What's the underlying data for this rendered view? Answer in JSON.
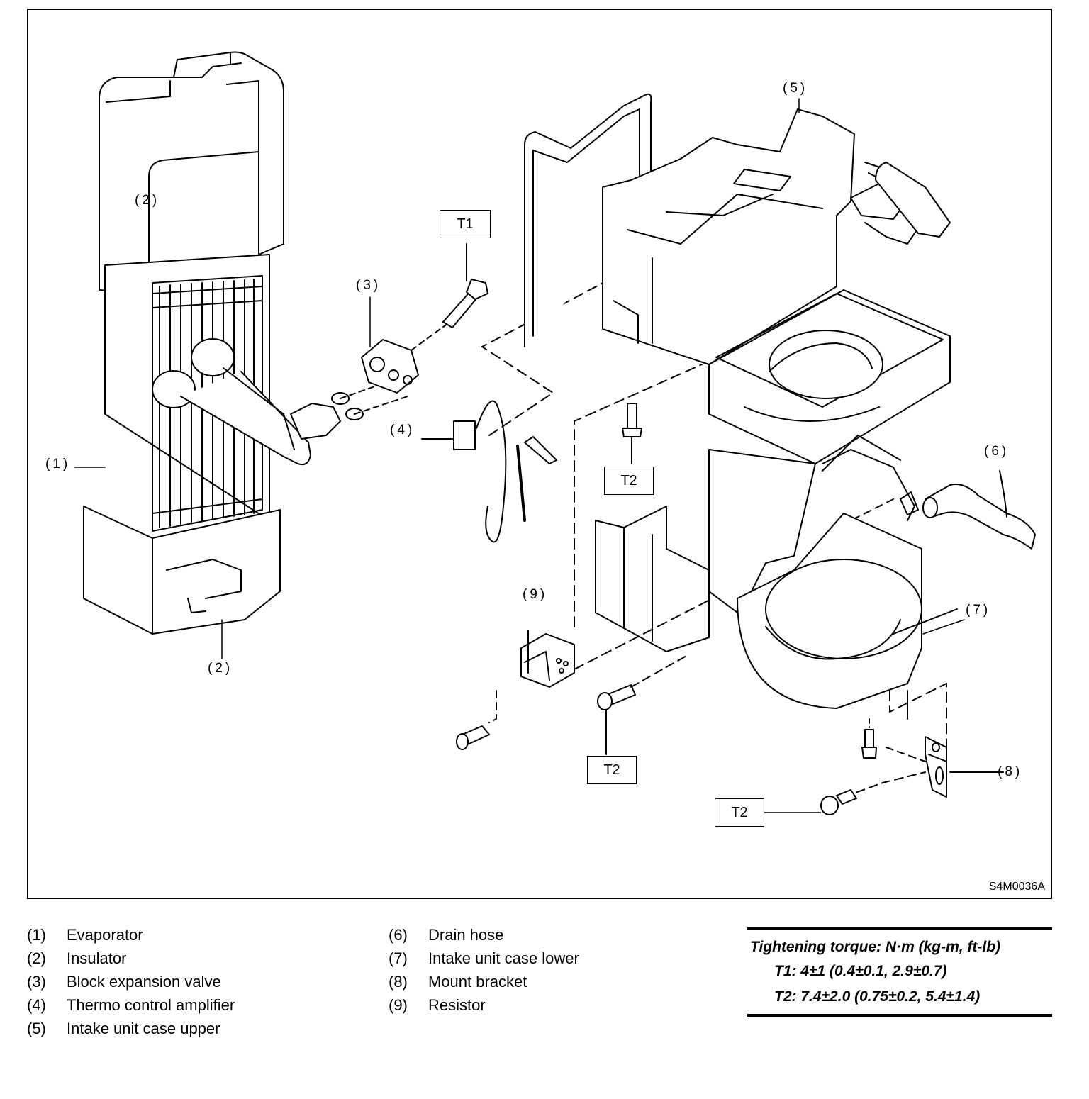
{
  "callouts": {
    "c1": "(1)",
    "c2_top": "(2)",
    "c2_bottom": "(2)",
    "c3": "(3)",
    "c4": "(4)",
    "c5": "(5)",
    "c6": "(6)",
    "c7": "(7)",
    "c8": "(8)",
    "c9": "(9)"
  },
  "torque_labels": {
    "t1": "T1",
    "t2_a": "T2",
    "t2_b": "T2",
    "t2_c": "T2"
  },
  "figure_id": "S4M0036A",
  "legend": [
    {
      "num": "(1)",
      "name": "Evaporator"
    },
    {
      "num": "(2)",
      "name": "Insulator"
    },
    {
      "num": "(3)",
      "name": "Block expansion valve"
    },
    {
      "num": "(4)",
      "name": "Thermo control amplifier"
    },
    {
      "num": "(5)",
      "name": "Intake unit case upper"
    },
    {
      "num": "(6)",
      "name": "Drain hose"
    },
    {
      "num": "(7)",
      "name": "Intake unit case lower"
    },
    {
      "num": "(8)",
      "name": "Mount bracket"
    },
    {
      "num": "(9)",
      "name": "Resistor"
    }
  ],
  "torque_table": {
    "heading": "Tightening torque: N·m (kg-m, ft-lb)",
    "t1": "T1: 4±1 (0.4±0.1, 2.9±0.7)",
    "t2": "T2: 7.4±2.0 (0.75±0.2, 5.4±1.4)"
  }
}
